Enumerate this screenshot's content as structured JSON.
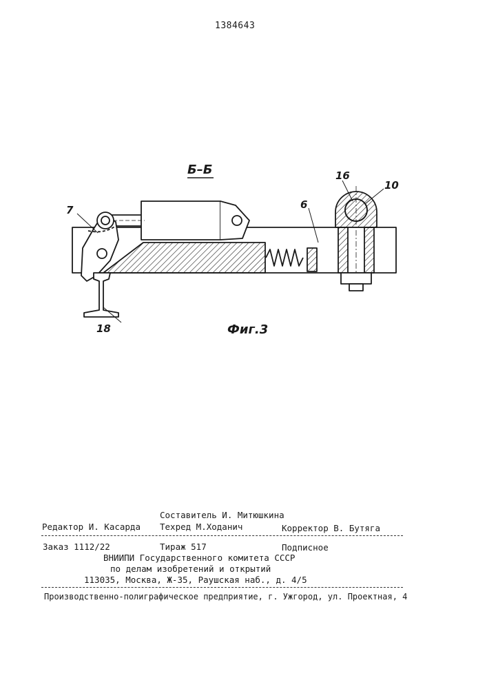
{
  "header": {
    "patent_number": "1384643"
  },
  "figure": {
    "section_label": "Б–Б",
    "caption": "Фиг.3",
    "callouts": {
      "c7": "7",
      "c6": "6",
      "c16": "16",
      "c10": "10",
      "c18": "18"
    }
  },
  "colophon": {
    "compiler": "Составитель И. Митюшкина",
    "editor": "Редактор И. Касарда",
    "tech_editor": "Техред М.Ходанич",
    "proofreader": "Корректор В. Бутяга",
    "order": "Заказ 1112/22",
    "print_run": "Тираж 517",
    "subscription": "Подписное",
    "institute_line1": "ВНИИПИ Государственного комитета СССР",
    "institute_line2": "по делам изобретений и открытий",
    "address": "113035, Москва, Ж-35, Раушская наб., д. 4/5",
    "printer": "Производственно-полиграфическое предприятие, г. Ужгород, ул. Проектная, 4"
  },
  "colors": {
    "ink": "#1a1a1a",
    "paper": "#ffffff"
  }
}
